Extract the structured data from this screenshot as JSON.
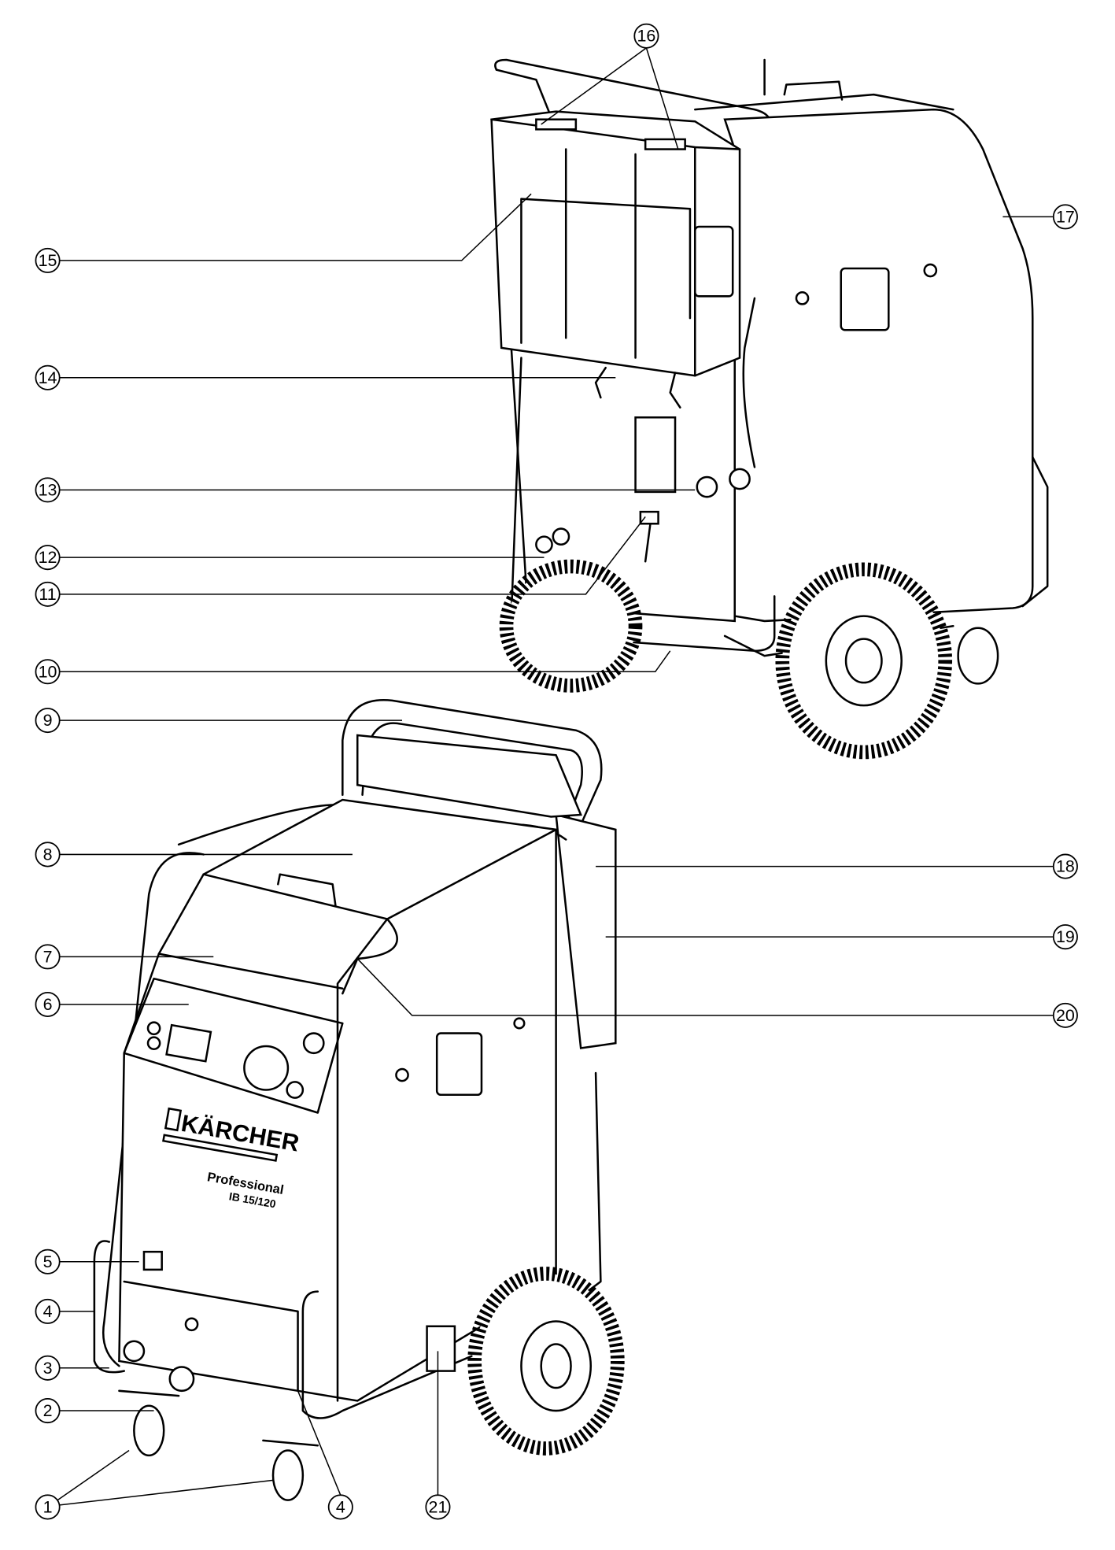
{
  "figure": {
    "brand": "KÄRCHER",
    "line": "Professional",
    "model": "IB 15/120"
  },
  "callouts": [
    "1",
    "2",
    "3",
    "4",
    "5",
    "6",
    "7",
    "8",
    "9",
    "10",
    "11",
    "12",
    "13",
    "14",
    "15",
    "16",
    "17",
    "18",
    "19",
    "20",
    "21"
  ]
}
